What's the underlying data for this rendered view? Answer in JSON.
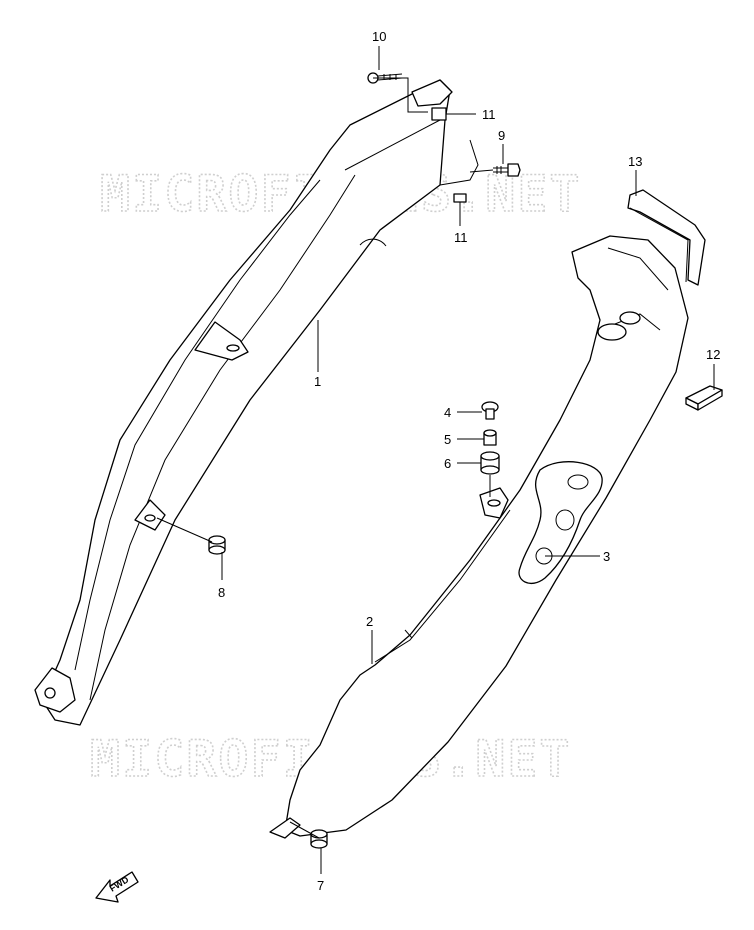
{
  "watermark": "MICROFICHES.NET",
  "fwd_label": "FWD",
  "callouts": {
    "c1": "1",
    "c2": "2",
    "c3": "3",
    "c4": "4",
    "c5": "5",
    "c6": "6",
    "c7": "7",
    "c8": "8",
    "c9": "9",
    "c10": "10",
    "c11a": "11",
    "c11b": "11",
    "c12": "12",
    "c13": "13"
  }
}
